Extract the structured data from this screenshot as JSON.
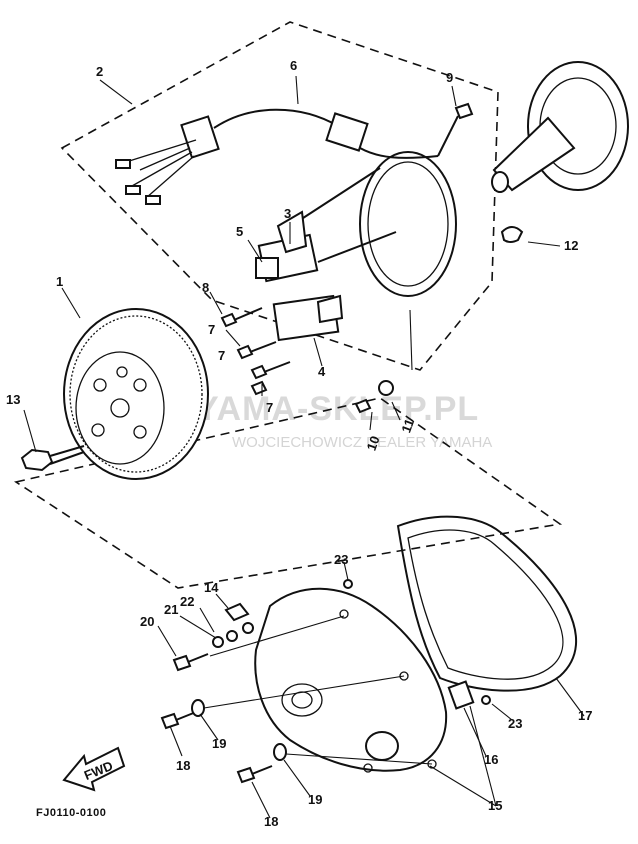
{
  "callouts": {
    "c1": "1",
    "c2": "2",
    "c3": "3",
    "c4": "4",
    "c5": "5",
    "c6": "6",
    "c7a": "7",
    "c7b": "7",
    "c7c": "7",
    "c8": "8",
    "c9": "9",
    "c10": "10",
    "c11": "11",
    "c12": "12",
    "c13": "13",
    "c14": "14",
    "c15": "15",
    "c16": "16",
    "c17": "17",
    "c18a": "18",
    "c18b": "18",
    "c19a": "19",
    "c19b": "19",
    "c20": "20",
    "c21": "21",
    "c22": "22",
    "c23a": "23",
    "c23b": "23"
  },
  "fwd_label": "FWD",
  "diagram_code": "FJ0110-0100",
  "watermark": {
    "main": "YAMA-SKLEP.PL",
    "sub": "WOJCIECHOWICZ DEALER YAMAHA"
  },
  "colors": {
    "ink": "#111111",
    "watermark": "#d9d9d9",
    "watermark_logo": "#f3c4c4"
  }
}
